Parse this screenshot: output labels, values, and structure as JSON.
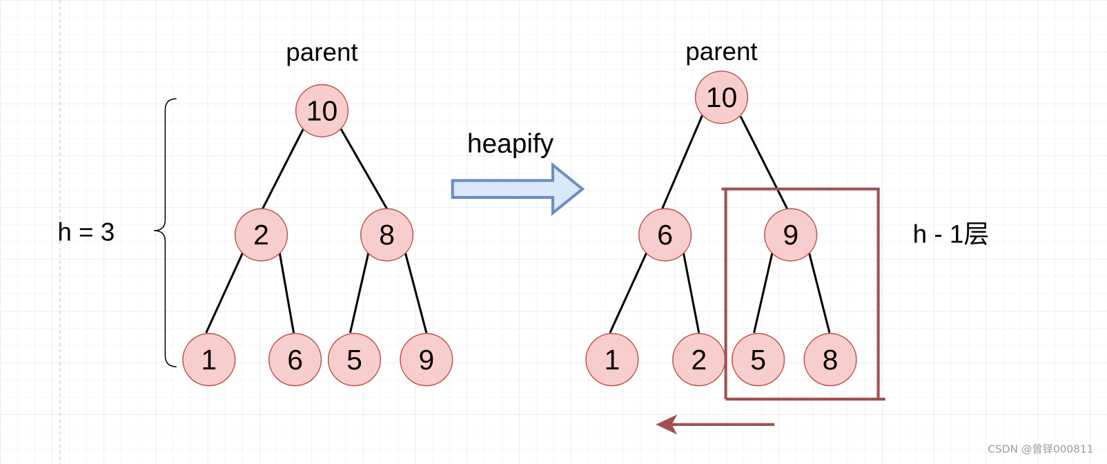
{
  "left_tree": {
    "parent_label": "parent",
    "nodes": {
      "root": "10",
      "l": "2",
      "r": "8",
      "ll": "1",
      "lr": "6",
      "rl": "5",
      "rr": "9"
    }
  },
  "height_label": "h = 3",
  "operation_label": "heapify",
  "right_tree": {
    "parent_label": "parent",
    "nodes": {
      "root": "10",
      "l": "6",
      "r": "9",
      "ll": "1",
      "lr": "2",
      "rl": "5",
      "rr": "8"
    }
  },
  "subtree_label": "h - 1层",
  "watermark": "CSDN @曾铎000811",
  "colors": {
    "node_fill": "#f8cecc",
    "node_stroke": "#b85450",
    "arrow_fill": "#dae8fc",
    "arrow_stroke": "#6c8ebf",
    "highlight": "#a0504f",
    "grid": "#e3e3e3"
  }
}
